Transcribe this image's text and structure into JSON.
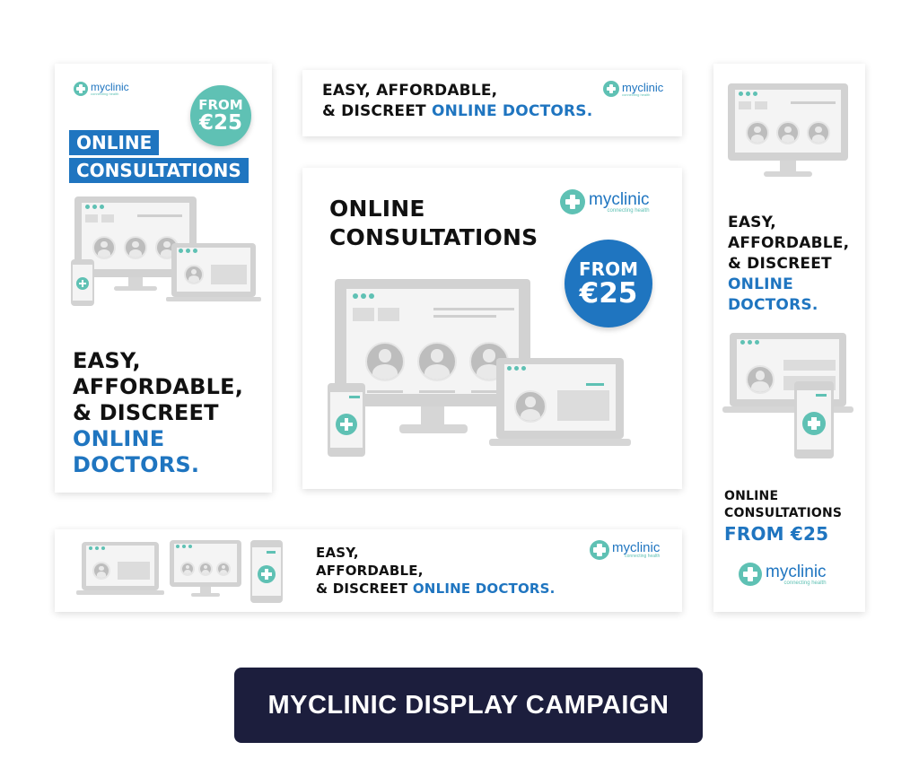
{
  "brand": {
    "name": "myclinic",
    "tagline": "connecting health",
    "teal": "#5fc1b4",
    "blue": "#1f75c0",
    "navy": "#1c1e3d"
  },
  "ad_tall_left": {
    "price_from": "FROM",
    "price_value": "€25",
    "headline_1": "ONLINE",
    "headline_2": "CONSULTATIONS",
    "copy_1": "EASY,",
    "copy_2": "AFFORDABLE,",
    "copy_3": "& DISCREET",
    "copy_4": "ONLINE",
    "copy_5": "DOCTORS."
  },
  "ad_leaderboard_top": {
    "copy_1": "EASY, AFFORDABLE,",
    "copy_2a": "& DISCREET ",
    "copy_2b": "ONLINE DOCTORS."
  },
  "ad_square": {
    "headline_1": "ONLINE",
    "headline_2": "CONSULTATIONS",
    "price_from": "FROM",
    "price_value": "€25"
  },
  "ad_skyscraper": {
    "copy_1": "EASY,",
    "copy_2": "AFFORDABLE,",
    "copy_3": "& DISCREET",
    "copy_4": "ONLINE",
    "copy_5": "DOCTORS.",
    "cta_1": "ONLINE",
    "cta_2": "CONSULTATIONS",
    "cta_3": "FROM €25"
  },
  "ad_leaderboard_bottom": {
    "copy_1": "EASY,",
    "copy_2": "AFFORDABLE,",
    "copy_3a": "& DISCREET ",
    "copy_3b": "ONLINE DOCTORS."
  },
  "campaign_title": "MYCLINIC DISPLAY CAMPAIGN"
}
